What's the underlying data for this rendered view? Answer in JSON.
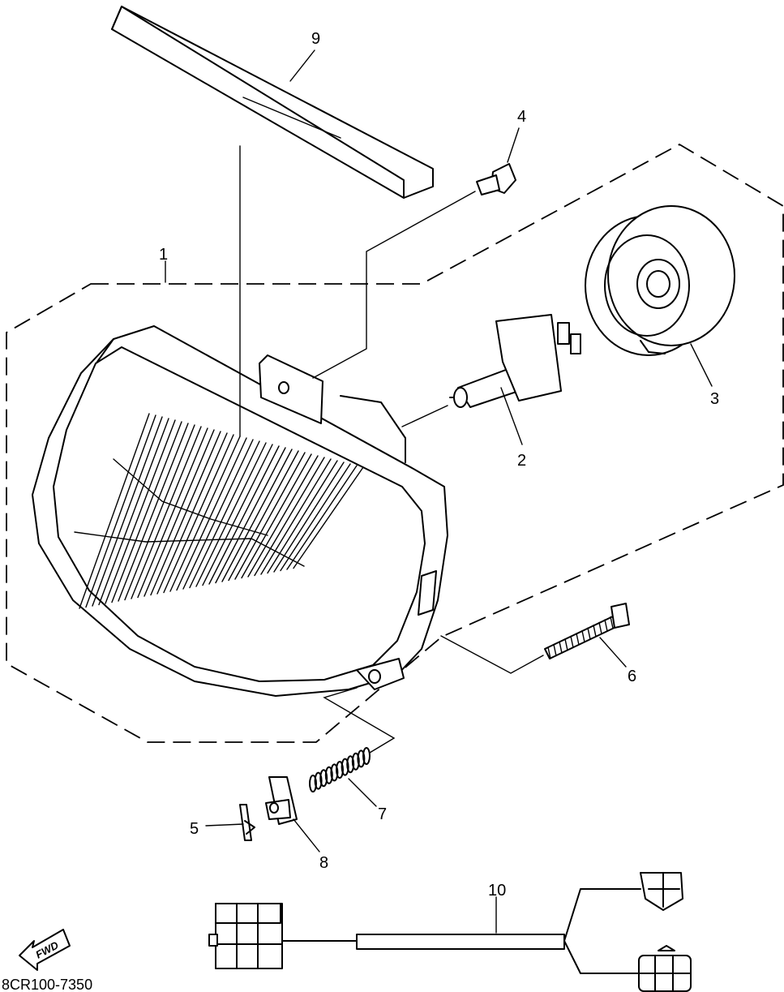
{
  "diagram": {
    "drawing_code": "8CR100-7350",
    "fwd_label": "FWD",
    "callouts": [
      {
        "id": "1",
        "label": "1"
      },
      {
        "id": "2",
        "label": "2"
      },
      {
        "id": "3",
        "label": "3"
      },
      {
        "id": "4",
        "label": "4"
      },
      {
        "id": "5",
        "label": "5"
      },
      {
        "id": "6",
        "label": "6"
      },
      {
        "id": "7",
        "label": "7"
      },
      {
        "id": "8",
        "label": "8"
      },
      {
        "id": "9",
        "label": "9"
      },
      {
        "id": "10",
        "label": "10"
      }
    ],
    "colors": {
      "ink": "#000000",
      "paper": "#ffffff"
    }
  }
}
